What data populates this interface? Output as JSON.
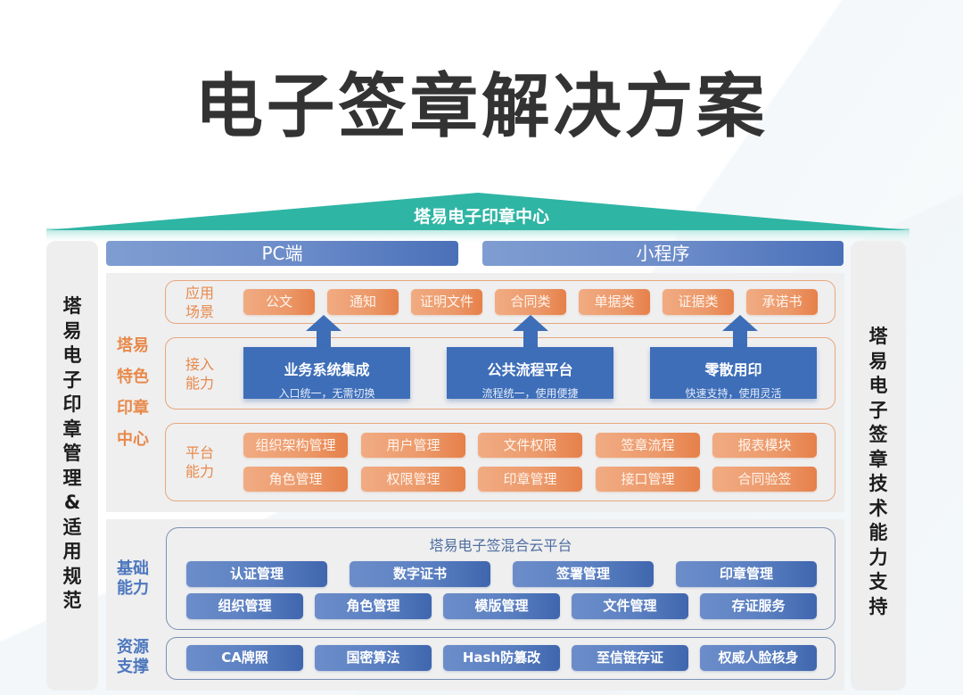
{
  "title": "电子签章解决方案",
  "roof": {
    "label": "塔易电子印章中心",
    "color": "#2fb5a4"
  },
  "left_side": {
    "text": [
      "塔",
      "易",
      "电",
      "子",
      "印",
      "章",
      "管",
      "理",
      "&",
      "适",
      "用",
      "规",
      "范"
    ]
  },
  "right_side": {
    "text": [
      "塔",
      "易",
      "电",
      "子",
      "签",
      "章",
      "技",
      "术",
      "能",
      "力",
      "支",
      "持"
    ]
  },
  "headers": {
    "pc": "PC端",
    "mini_program": "小程序"
  },
  "top_section": {
    "label": [
      "塔易",
      "特色",
      "印章",
      "中心"
    ],
    "scenarios": {
      "label": [
        "应用",
        "场景"
      ],
      "items": [
        "公文",
        "通知",
        "证明文件",
        "合同类",
        "单据类",
        "证据类",
        "承诺书"
      ]
    },
    "access": {
      "label": [
        "接入",
        "能力"
      ],
      "items": [
        {
          "title": "业务系统集成",
          "subtitle": "入口统一，无需切换"
        },
        {
          "title": "公共流程平台",
          "subtitle": "流程统一，使用便捷"
        },
        {
          "title": "零散用印",
          "subtitle": "快速支持，使用灵活"
        }
      ]
    },
    "platform": {
      "label": [
        "平台",
        "能力"
      ],
      "row1": [
        "组织架构管理",
        "用户管理",
        "文件权限",
        "签章流程",
        "报表模块"
      ],
      "row2": [
        "角色管理",
        "权限管理",
        "印章管理",
        "接口管理",
        "合同验签"
      ]
    }
  },
  "bottom_section": {
    "base": {
      "label": [
        "基础",
        "能力"
      ],
      "platform_title": "塔易电子签混合云平台",
      "row1": [
        "认证管理",
        "数字证书",
        "签署管理",
        "印章管理"
      ],
      "row2": [
        "组织管理",
        "角色管理",
        "模版管理",
        "文件管理",
        "存证服务"
      ]
    },
    "resource": {
      "label": [
        "资源",
        "支撑"
      ],
      "items": [
        "CA牌照",
        "国密算法",
        "Hash防篡改",
        "至信链存证",
        "权威人脸核身"
      ]
    }
  },
  "colors": {
    "orange_accent": "#e8894a",
    "blue_accent": "#3e6eb8",
    "teal_roof": "#2fb5a4",
    "title_dark": "#333333"
  }
}
